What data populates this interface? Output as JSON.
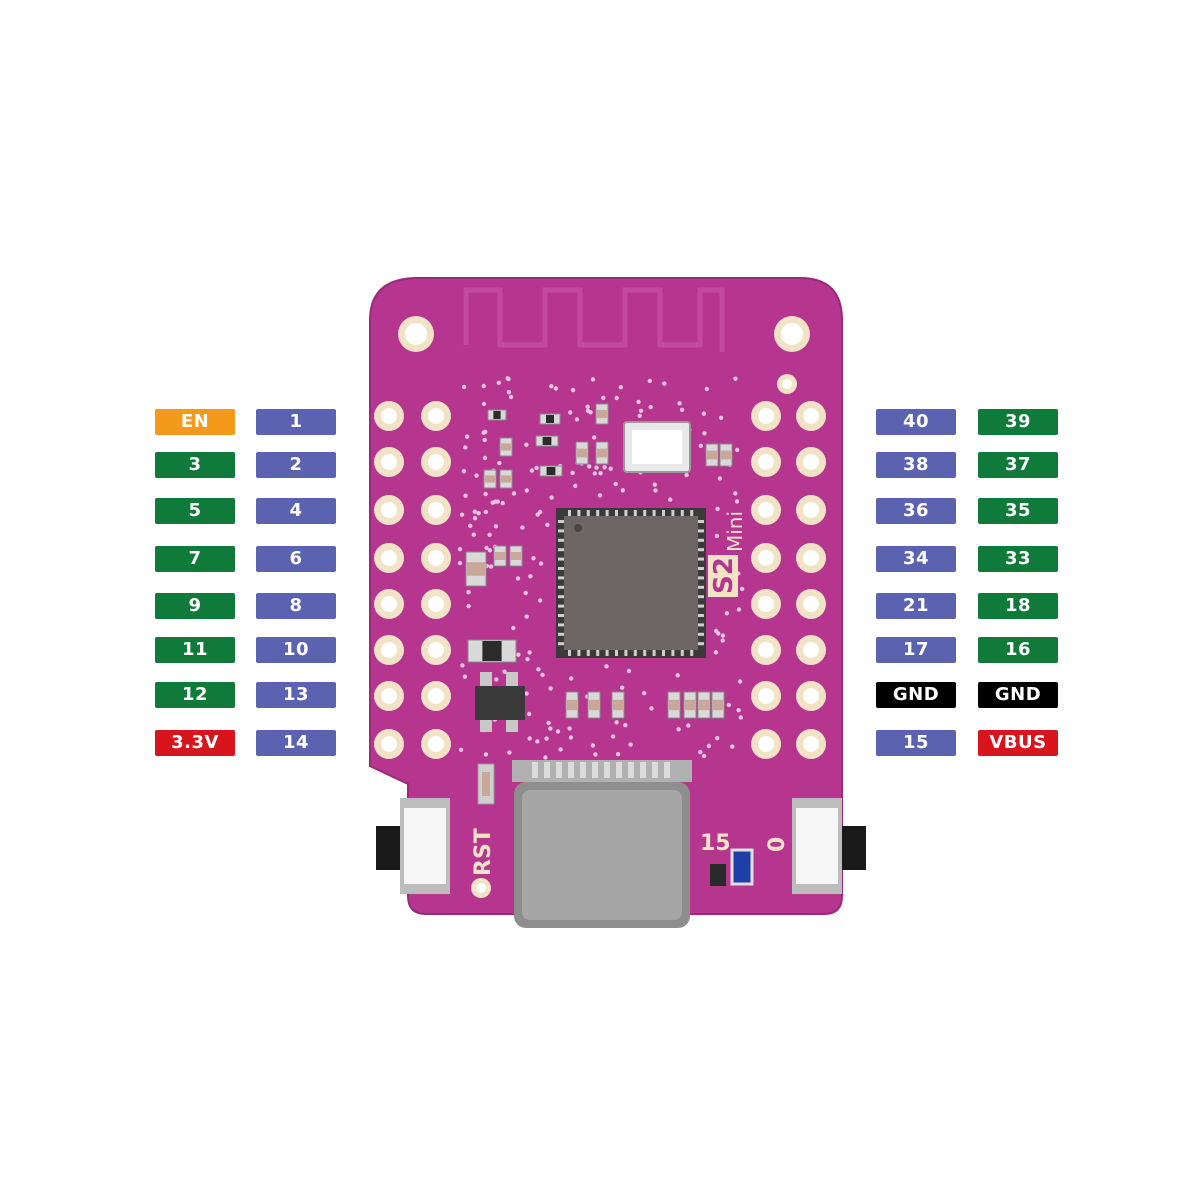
{
  "colors": {
    "gpio_adc": "#0f7a3a",
    "gpio": "#5b63b0",
    "en": "#f39a1b",
    "power": "#d8141c",
    "ground": "#000000",
    "pcb": "#b5358f",
    "silk": "#f2e3c6"
  },
  "board": {
    "model_label": "S2",
    "model_sub_label": "Mini",
    "rst_label": "RST",
    "pin15_label": "15",
    "pin0_label": "0"
  },
  "pins": {
    "left_outer": [
      {
        "label": "EN",
        "color": "#f39a1b"
      },
      {
        "label": "3",
        "color": "#0f7a3a"
      },
      {
        "label": "5",
        "color": "#0f7a3a"
      },
      {
        "label": "7",
        "color": "#0f7a3a"
      },
      {
        "label": "9",
        "color": "#0f7a3a"
      },
      {
        "label": "11",
        "color": "#0f7a3a"
      },
      {
        "label": "12",
        "color": "#0f7a3a"
      },
      {
        "label": "3.3V",
        "color": "#d8141c"
      }
    ],
    "left_inner": [
      {
        "label": "1",
        "color": "#5b63b0"
      },
      {
        "label": "2",
        "color": "#5b63b0"
      },
      {
        "label": "4",
        "color": "#5b63b0"
      },
      {
        "label": "6",
        "color": "#5b63b0"
      },
      {
        "label": "8",
        "color": "#5b63b0"
      },
      {
        "label": "10",
        "color": "#5b63b0"
      },
      {
        "label": "13",
        "color": "#5b63b0"
      },
      {
        "label": "14",
        "color": "#5b63b0"
      }
    ],
    "right_inner": [
      {
        "label": "40",
        "color": "#5b63b0"
      },
      {
        "label": "38",
        "color": "#5b63b0"
      },
      {
        "label": "36",
        "color": "#5b63b0"
      },
      {
        "label": "34",
        "color": "#5b63b0"
      },
      {
        "label": "21",
        "color": "#5b63b0"
      },
      {
        "label": "17",
        "color": "#5b63b0"
      },
      {
        "label": "GND",
        "color": "#000000"
      },
      {
        "label": "15",
        "color": "#5b63b0"
      }
    ],
    "right_outer": [
      {
        "label": "39",
        "color": "#0f7a3a"
      },
      {
        "label": "37",
        "color": "#0f7a3a"
      },
      {
        "label": "35",
        "color": "#0f7a3a"
      },
      {
        "label": "33",
        "color": "#0f7a3a"
      },
      {
        "label": "18",
        "color": "#0f7a3a"
      },
      {
        "label": "16",
        "color": "#0f7a3a"
      },
      {
        "label": "GND",
        "color": "#000000"
      },
      {
        "label": "VBUS",
        "color": "#d8141c"
      }
    ]
  }
}
